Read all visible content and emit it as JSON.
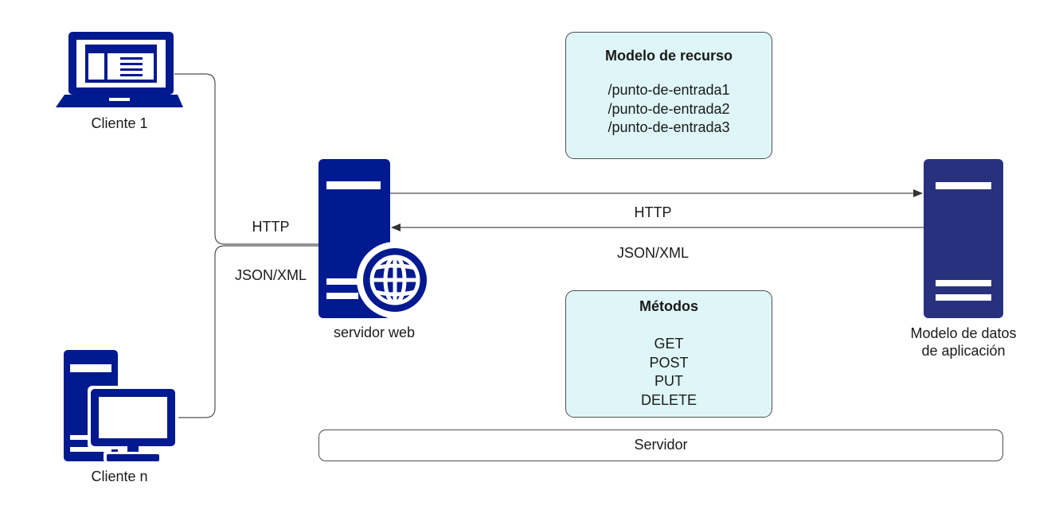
{
  "colors": {
    "icon_blue": "#011a8f",
    "icon_navy": "#28317e",
    "box_fill": "#dff6f8",
    "line": "#4f4f4f"
  },
  "icons": {
    "client_1": "laptop-icon",
    "client_n": "desktop-computer-icon",
    "web_server": "web-server-globe-icon",
    "app_data_model": "database-server-icon"
  },
  "clients": {
    "client_1_label": "Cliente 1",
    "client_n_label": "Cliente n",
    "http_label": "HTTP",
    "json_xml_label": "JSON/XML"
  },
  "web_server": {
    "label": "servidor web"
  },
  "link": {
    "http_label": "HTTP",
    "json_xml_label": "JSON/XML"
  },
  "app_data_model": {
    "label_line1": "Modelo de datos",
    "label_line2": "de aplicación"
  },
  "resource_model": {
    "title": "Modelo de recurso",
    "entries": [
      "/punto-de-entrada1",
      "/punto-de-entrada2",
      "/punto-de-entrada3"
    ]
  },
  "methods": {
    "title": "Métodos",
    "items": [
      "GET",
      "POST",
      "PUT",
      "DELETE"
    ]
  },
  "server_bar": {
    "label": "Servidor"
  }
}
